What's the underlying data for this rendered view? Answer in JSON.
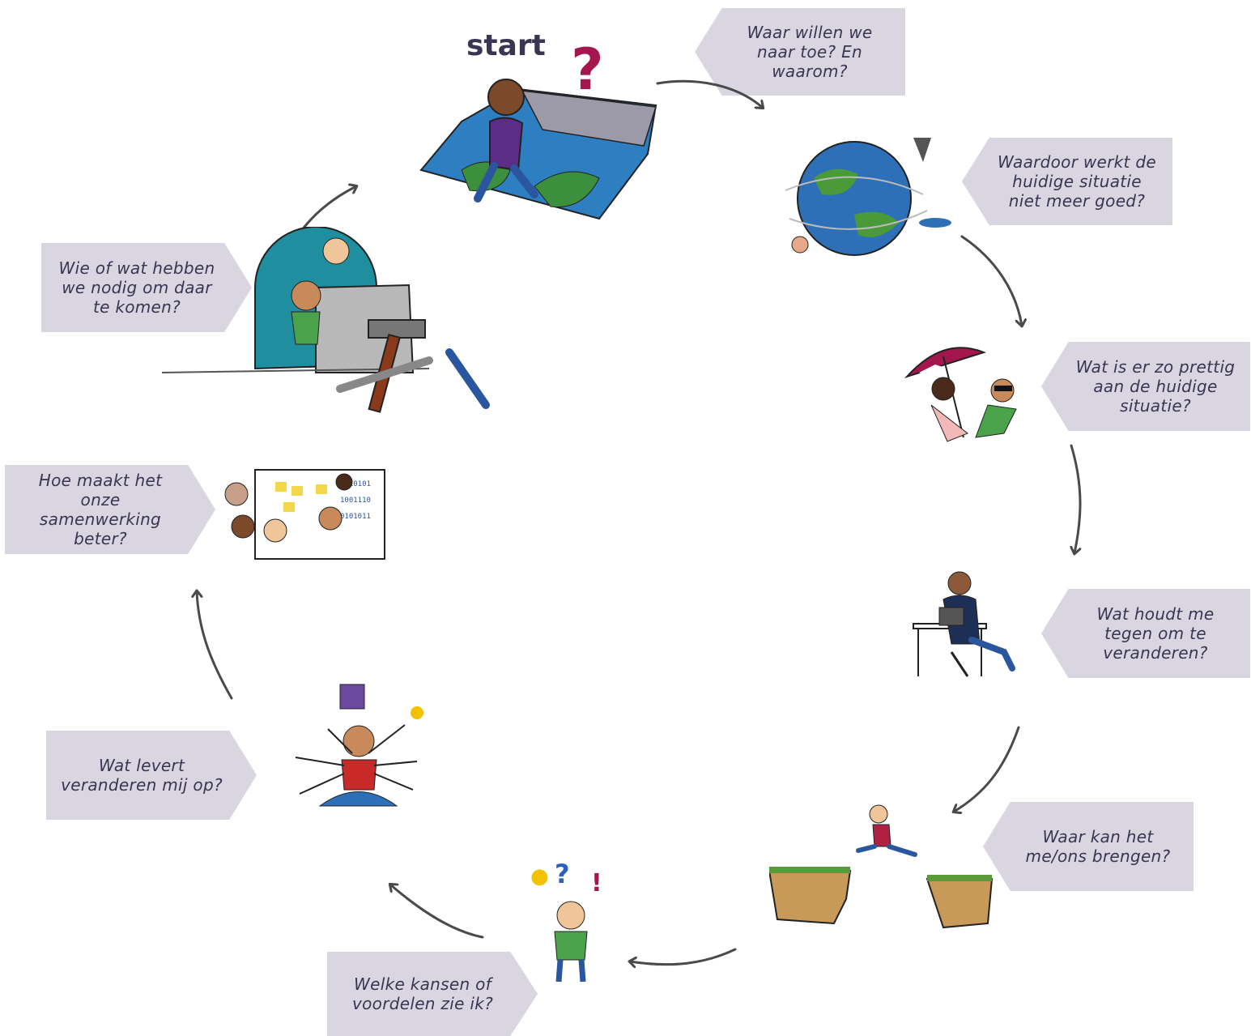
{
  "title": "start",
  "steps": [
    {
      "text": "Waar willen we naar toe? En waarom?",
      "icon": "map-explorer-icon"
    },
    {
      "text": "Waardoor werkt de huidige situatie niet meer goed?",
      "icon": "stormy-globe-icon"
    },
    {
      "text": "Wat is er zo prettig aan de huidige situatie?",
      "icon": "beach-relax-icon"
    },
    {
      "text": "Wat houdt me tegen om te veranderen?",
      "icon": "desk-worker-icon"
    },
    {
      "text": "Waar kan het me/ons brengen?",
      "icon": "cliff-jump-icon"
    },
    {
      "text": "Welke kansen of voordelen zie ik?",
      "icon": "ideas-person-icon"
    },
    {
      "text": "Wat levert veranderen mij op?",
      "icon": "multitask-person-icon"
    },
    {
      "text": "Hoe maakt het onze samenwerking beter?",
      "icon": "team-collaboration-icon"
    },
    {
      "text": "Wie of wat hebben we nodig om daar te komen?",
      "icon": "tools-team-icon"
    }
  ],
  "colors": {
    "label_bg": "#d9d6e1",
    "label_text": "#3a3550",
    "accent": "#a3174e",
    "arrow": "#4a4a4a"
  }
}
